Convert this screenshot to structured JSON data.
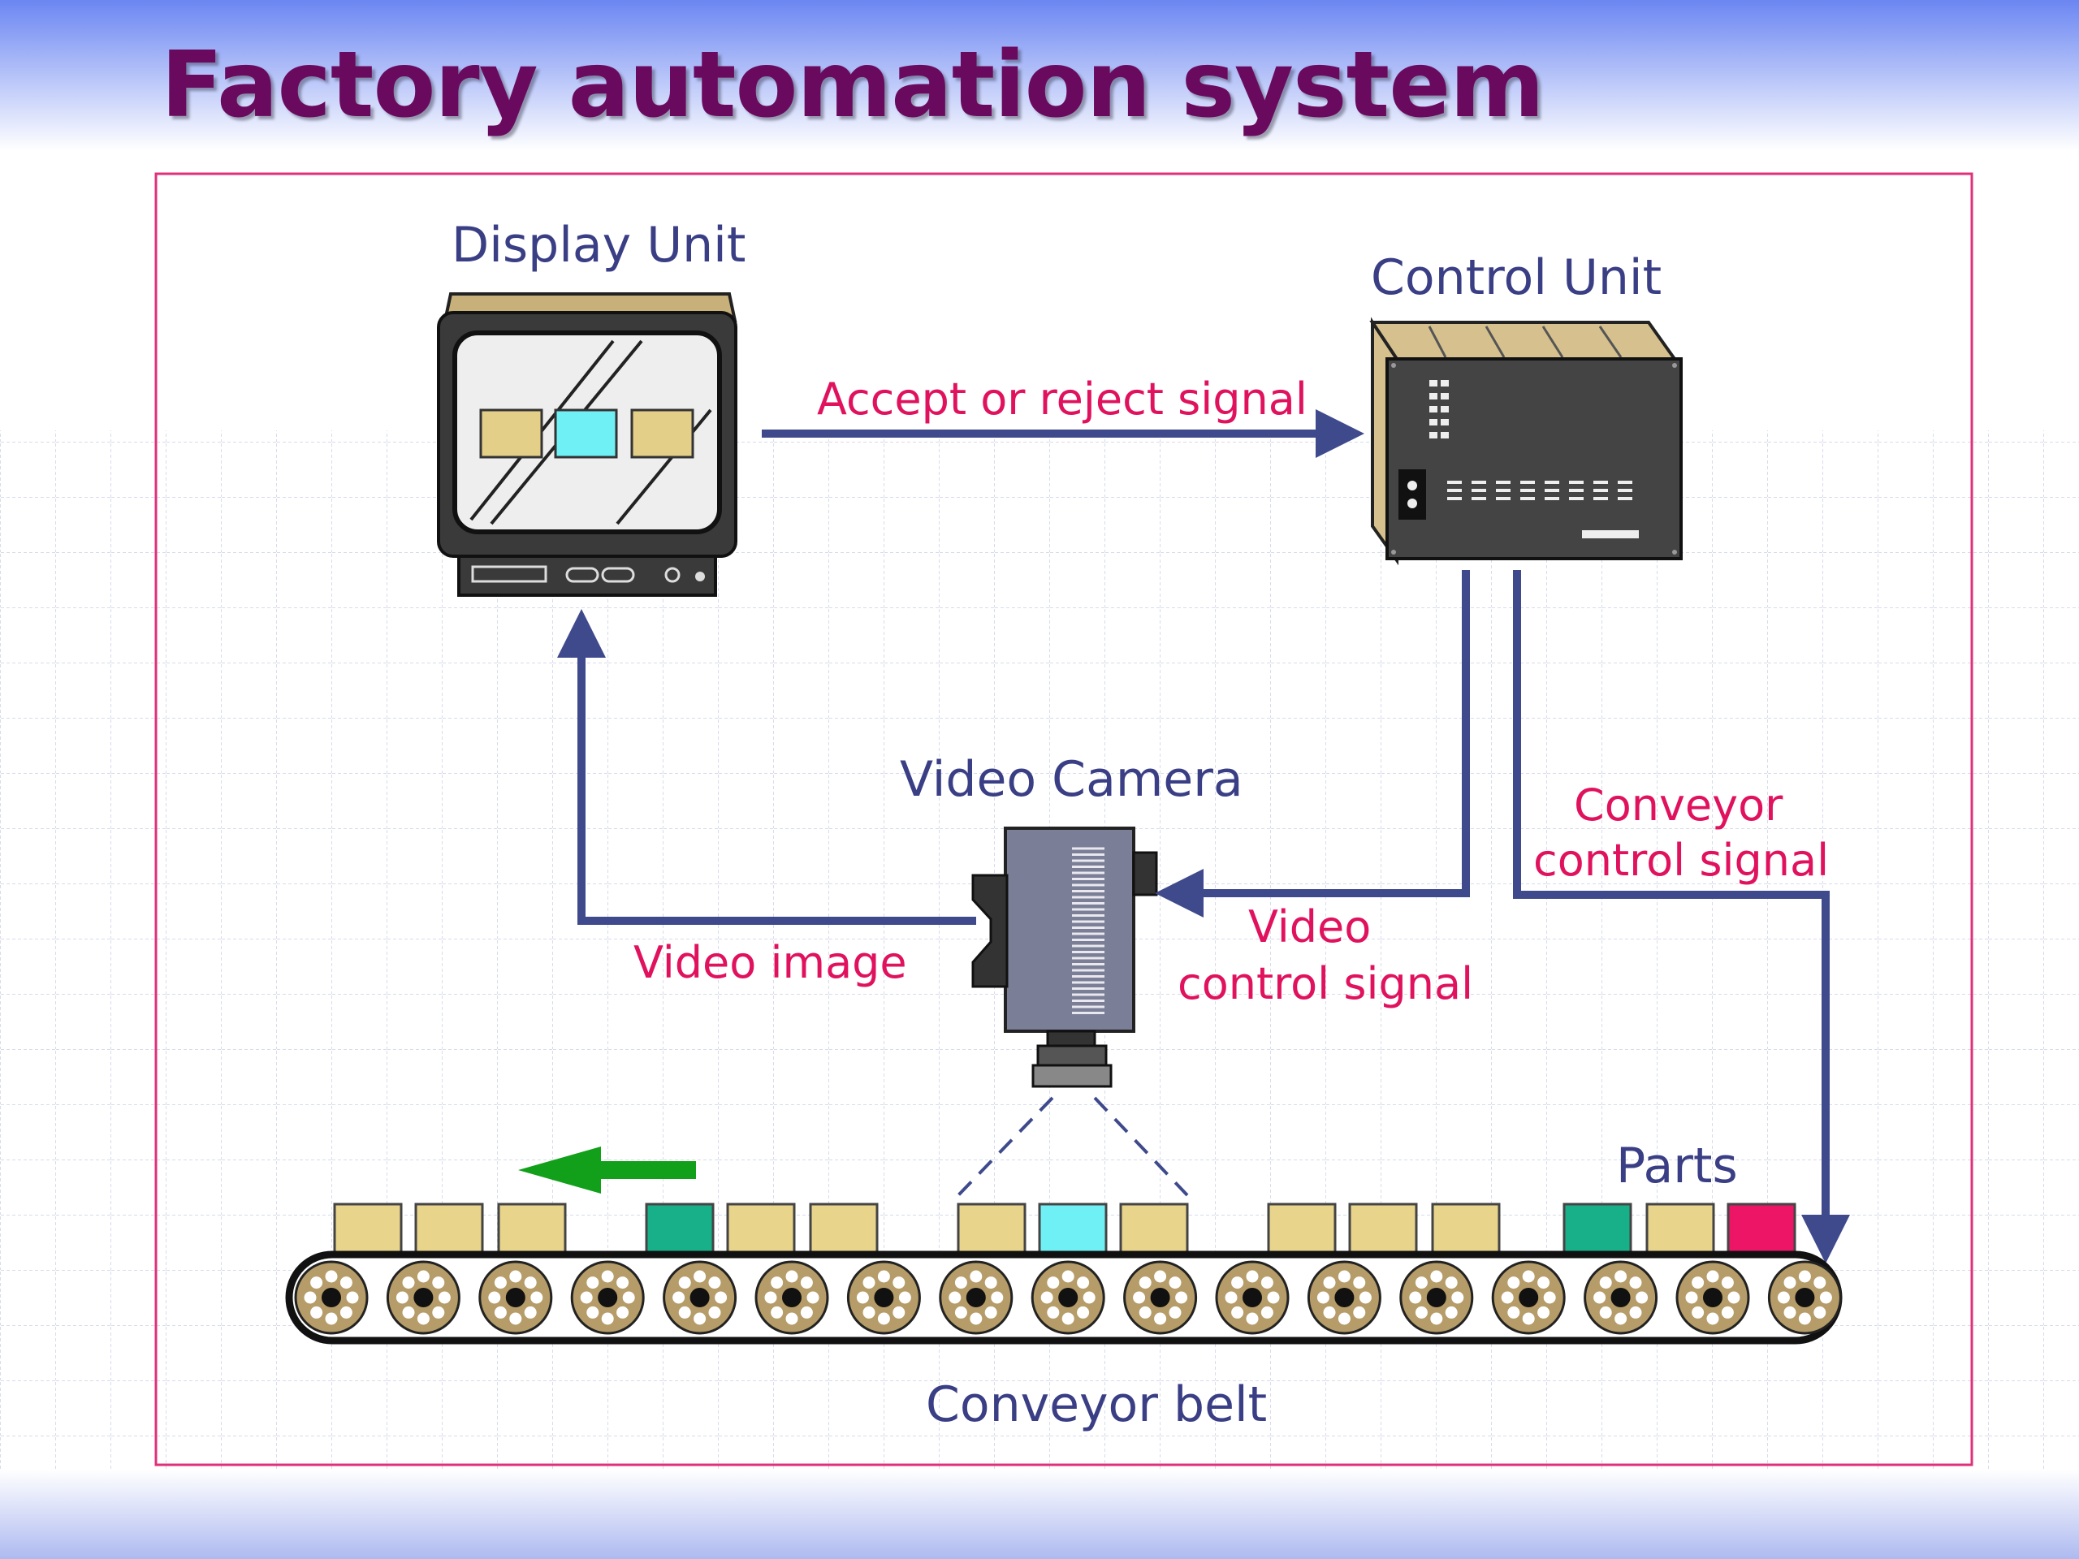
{
  "title": "Factory automation system",
  "labels": {
    "display_unit": "Display Unit",
    "control_unit": "Control Unit",
    "video_camera": "Video Camera",
    "parts": "Parts",
    "conveyor_belt": "Conveyor belt"
  },
  "signals": {
    "accept_reject": "Accept or reject signal",
    "video_image": "Video image",
    "video_control_line1": "Video",
    "video_control_line2": "control signal",
    "conveyor_control_line1": "Conveyor",
    "conveyor_control_line2": "control signal"
  },
  "colors": {
    "title": "#6a0a5e",
    "frame": "#e0307a",
    "arrow": "#3f4a8c",
    "signal_text": "#e0125e",
    "label_text": "#3a3f85",
    "part_normal": "#e9d48c",
    "part_highlight": "#6ff0f5",
    "part_green": "#17b088",
    "part_reject": "#ec1566",
    "direction_arrow": "#12a01a"
  },
  "parts_on_belt": [
    "normal",
    "normal",
    "normal",
    "green",
    "normal",
    "normal",
    "normal",
    "highlight",
    "normal",
    "normal",
    "normal",
    "normal",
    "green",
    "normal",
    "reject"
  ]
}
